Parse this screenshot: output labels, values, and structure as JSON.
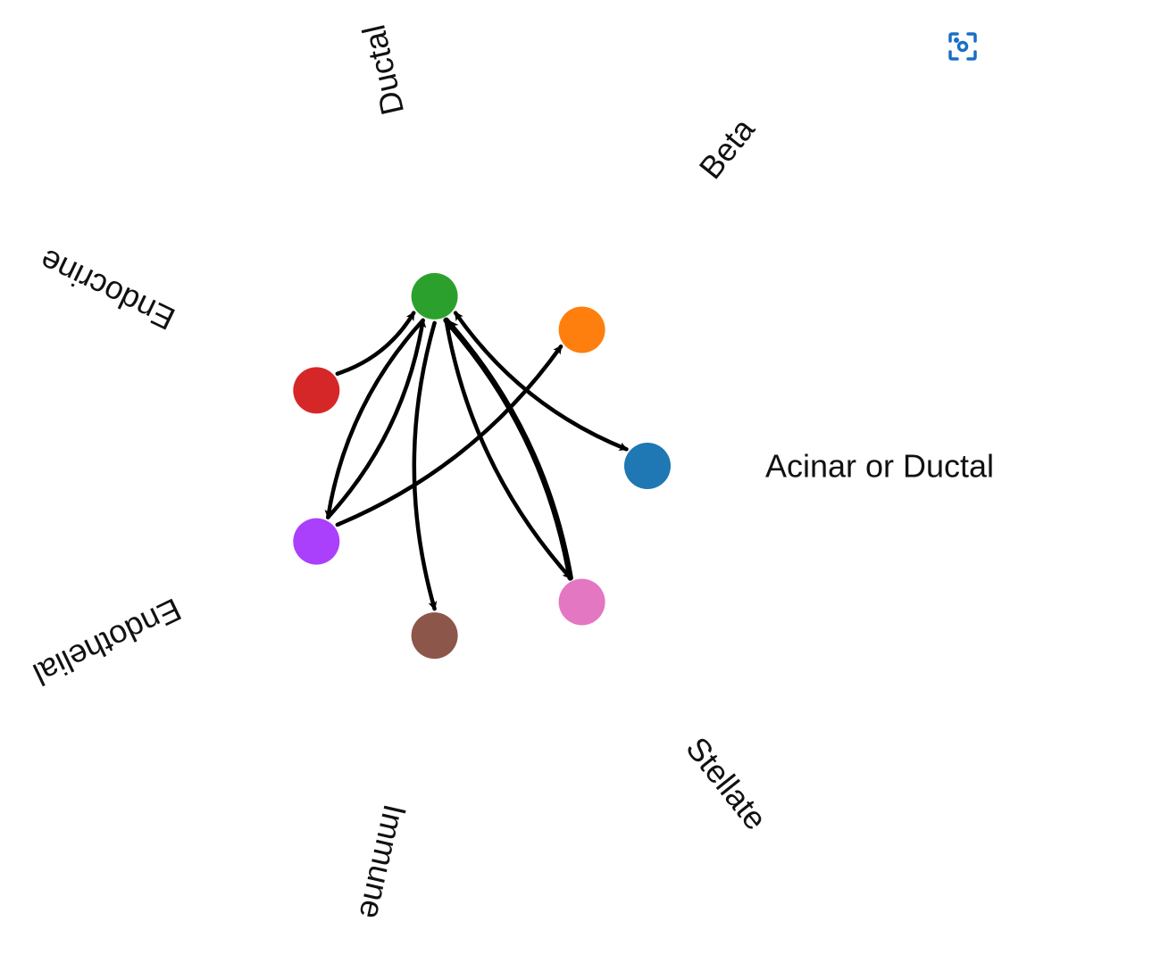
{
  "diagram": {
    "type": "circular-network",
    "node_radius_units": 26,
    "nodes": [
      {
        "id": "acinar",
        "label": "Acinar or Ductal",
        "color": "#1f77b4"
      },
      {
        "id": "beta",
        "label": "Beta",
        "color": "#ff7f0e"
      },
      {
        "id": "ductal",
        "label": "Ductal",
        "color": "#2ca02c"
      },
      {
        "id": "endocrine",
        "label": "Endocrine",
        "color": "#d62728"
      },
      {
        "id": "endothelial",
        "label": "Endothelial",
        "color": "#aa40fc"
      },
      {
        "id": "immune",
        "label": "Immune",
        "color": "#8c564b"
      },
      {
        "id": "stellate",
        "label": "Stellate",
        "color": "#e377c2"
      }
    ],
    "edges": [
      {
        "source": "endocrine",
        "target": "ductal"
      },
      {
        "source": "ductal",
        "target": "endothelial"
      },
      {
        "source": "endothelial",
        "target": "ductal"
      },
      {
        "source": "endothelial",
        "target": "beta"
      },
      {
        "source": "ductal",
        "target": "immune"
      },
      {
        "source": "ductal",
        "target": "stellate"
      },
      {
        "source": "stellate",
        "target": "ductal",
        "heavy": true
      },
      {
        "source": "ductal",
        "target": "acinar",
        "bidirectional": true
      }
    ],
    "edge_color": "#000000"
  },
  "toolbar": {
    "focus_icon": "focus-frame-icon",
    "focus_color": "#1a6fc4"
  }
}
